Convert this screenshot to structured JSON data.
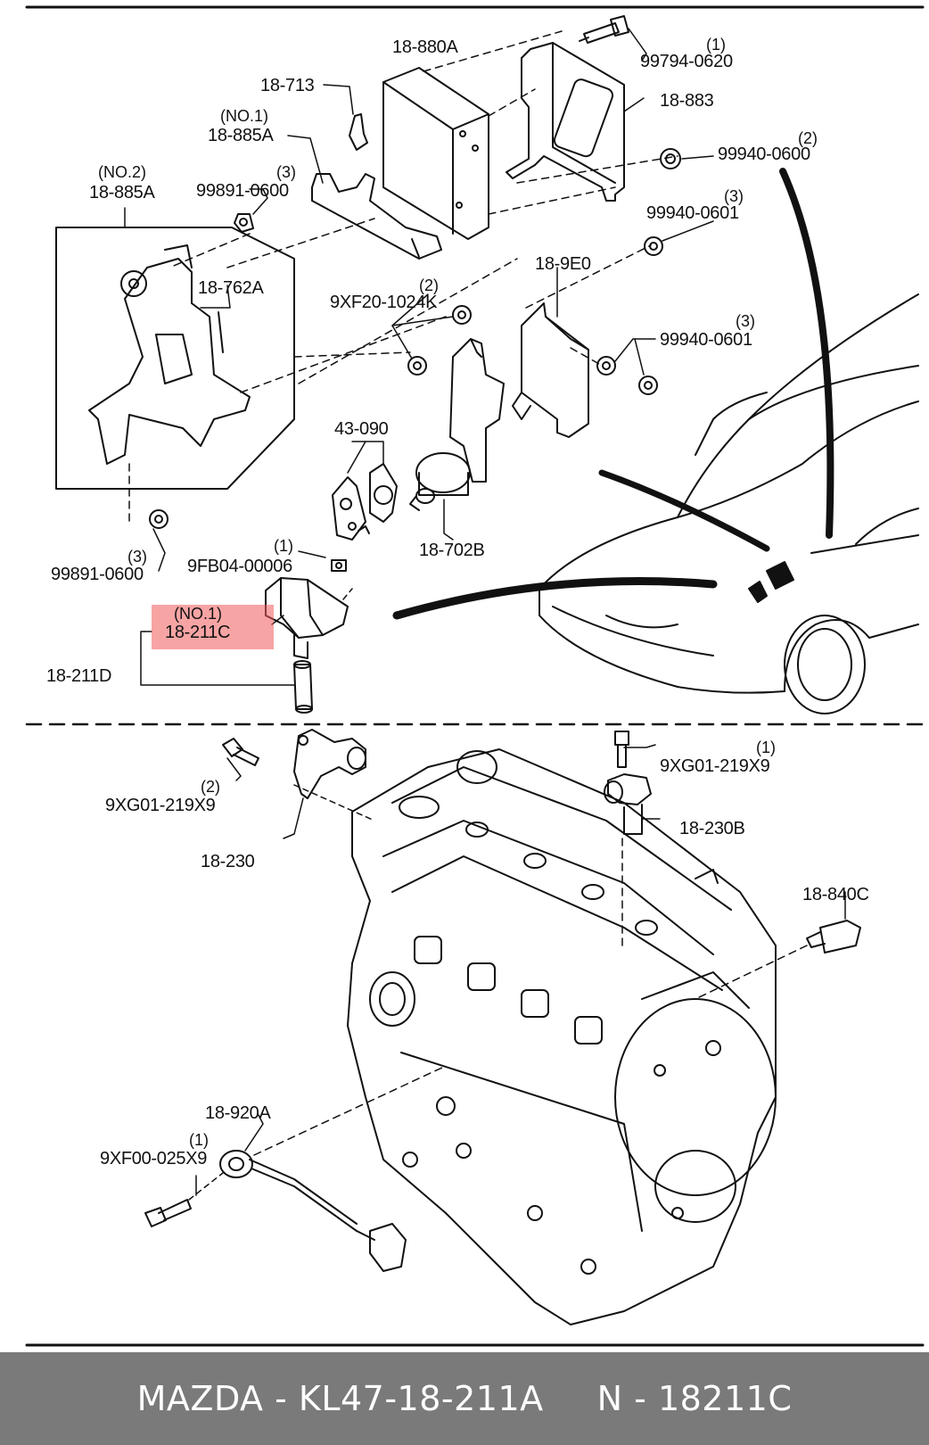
{
  "callouts": {
    "p18_880A": "18-880A",
    "p99794_0620": "99794-0620",
    "q99794_0620": "(1)",
    "p18_713": "18-713",
    "p18_883": "18-883",
    "no1_885A": "(NO.1)",
    "p18_885A_1": "18-885A",
    "p99940_0600": "99940-0600",
    "q99940_0600": "(2)",
    "no2_885A": "(NO.2)",
    "p18_885A_2": "18-885A",
    "p99891_0600_top": "99891-0600",
    "q99891_0600_top": "(3)",
    "p99940_0601_a": "99940-0601",
    "q99940_0601_a": "(3)",
    "p18_762A": "18-762A",
    "p18_9E0": "18-9E0",
    "p9XF20_1024K": "9XF20-1024K",
    "q9XF20_1024K": "(2)",
    "p99940_0601_b": "99940-0601",
    "q99940_0601_b": "(3)",
    "p43_090": "43-090",
    "p18_702B": "18-702B",
    "p9FB04_00006": "9FB04-00006",
    "q9FB04_00006": "(1)",
    "p99891_0600_bot": "99891-0600",
    "q99891_0600_bot": "(3)",
    "no1_211C": "(NO.1)",
    "p18_211C": "18-211C",
    "p18_211D": "18-211D",
    "p9XG01_219X9_a": "9XG01-219X9",
    "q9XG01_219X9_a": "(1)",
    "p18_230B": "18-230B",
    "p9XG01_219X9_b": "9XG01-219X9",
    "q9XG01_219X9_b": "(2)",
    "p18_230": "18-230",
    "p18_840C": "18-840C",
    "p18_920A": "18-920A",
    "p9XF00_025X9": "9XF00-025X9",
    "q9XF00_025X9": "(1)"
  },
  "highlight": {
    "color": "#f05a5a",
    "target": "18-211C"
  },
  "footer": {
    "brand_part": "MAZDA - KL47-18-211A",
    "oem_part": "N - 18211C",
    "background": "#7a7a7a"
  }
}
